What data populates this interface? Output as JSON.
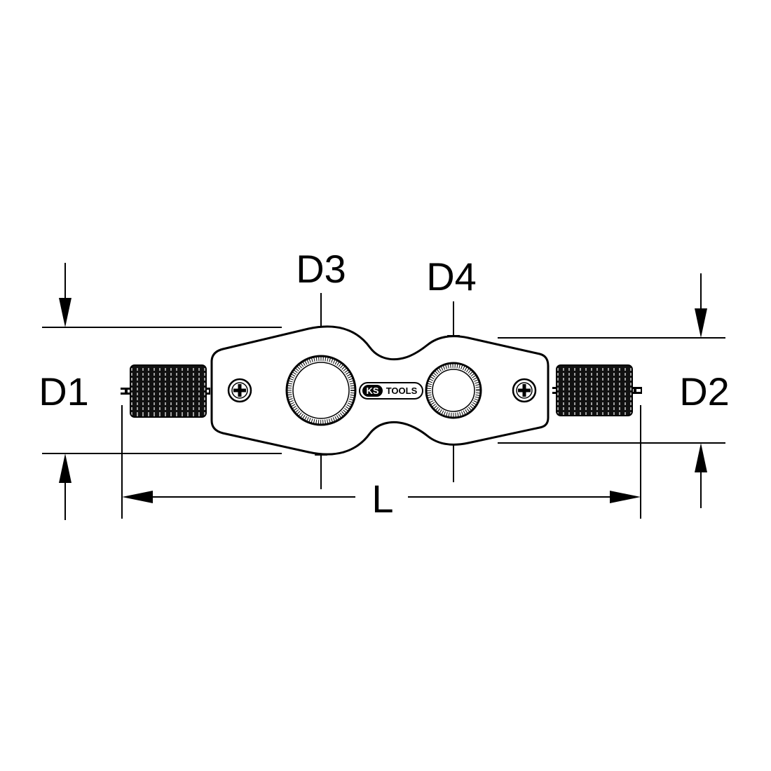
{
  "labels": {
    "d1": "D1",
    "d2": "D2",
    "d3": "D3",
    "d4": "D4",
    "length": "L"
  },
  "brand": {
    "prefix": "KS",
    "name": "TOOLS"
  },
  "colors": {
    "line": "#000000",
    "background": "#ffffff"
  },
  "icons": {
    "screw_left": "phillips-screw-icon",
    "screw_right": "phillips-screw-icon"
  }
}
